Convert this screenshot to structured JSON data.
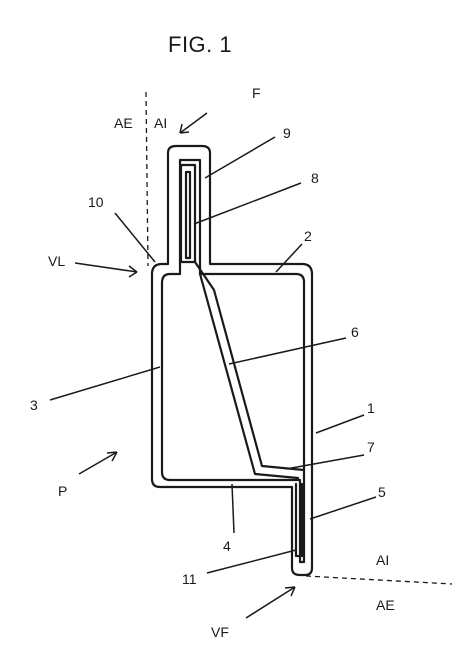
{
  "figure": {
    "title": "FIG. 1"
  },
  "labels": {
    "ae_top": "AE",
    "ai_top": "AI",
    "f": "F",
    "n9": "9",
    "n8": "8",
    "n10": "10",
    "n2": "2",
    "vl": "VL",
    "n6": "6",
    "n3": "3",
    "n1": "1",
    "n7": "7",
    "p": "P",
    "n5": "5",
    "n4": "4",
    "ai_bottom": "AI",
    "n11": "11",
    "ae_bottom": "AE",
    "vf": "VF"
  }
}
